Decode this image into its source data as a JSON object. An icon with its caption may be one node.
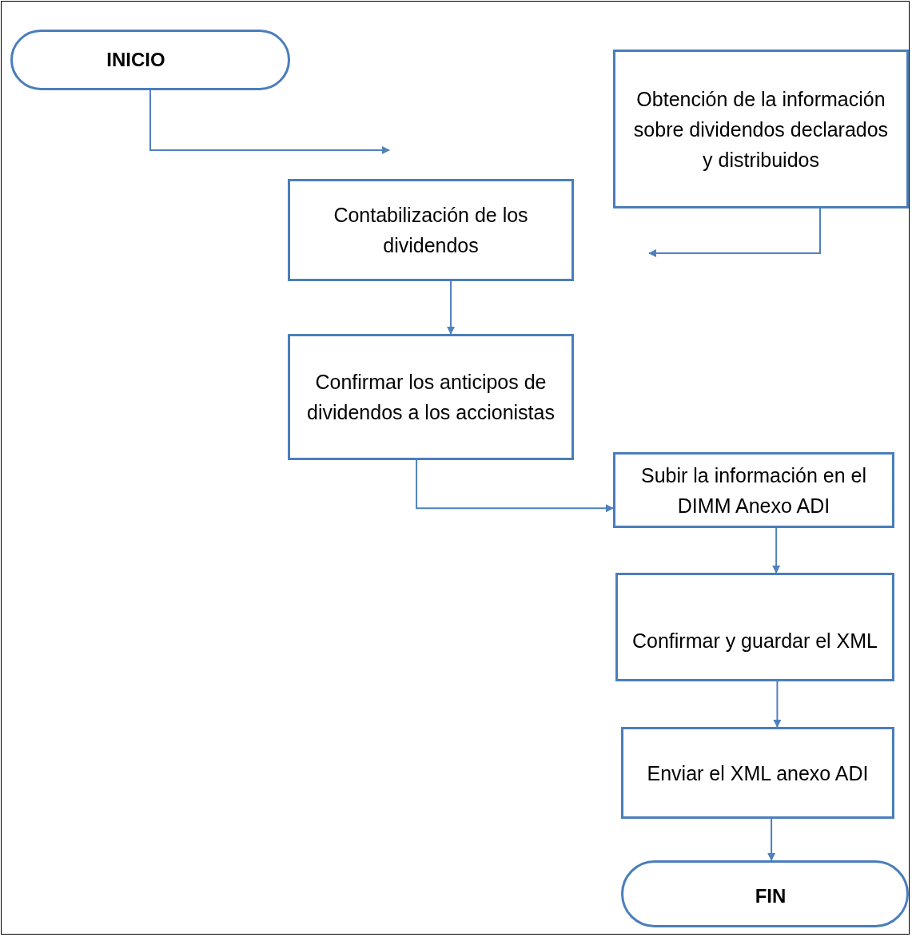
{
  "diagram": {
    "nodes": [
      {
        "text": [
          "INICIO"
        ]
      },
      {
        "text": [
          "Obtención de la información sobre dividendos declarados y distribuidos"
        ]
      },
      {
        "text": [
          "Contabilización de los dividendos"
        ]
      },
      {
        "text": [
          "Confirmar los anticipos de dividendos a los accionistas"
        ]
      },
      {
        "text": [
          "Subir la información en el DIMM Anexo ADI"
        ]
      },
      {
        "text": [
          "Confirmar y guardar el XML"
        ]
      },
      {
        "text": [
          "Enviar el XML anexo ADI"
        ]
      },
      {
        "text": [
          "FIN"
        ]
      }
    ],
    "edges": [
      {
        "from": 0,
        "to": null,
        "arrow": "to"
      },
      {
        "from": 1,
        "to": null,
        "arrow": "to"
      },
      {
        "from": 2,
        "to": 3,
        "arrow": "to"
      },
      {
        "from": 3,
        "to": 4,
        "arrow": "to"
      },
      {
        "from": 4,
        "to": 5,
        "arrow": "to"
      },
      {
        "from": 5,
        "to": 6,
        "arrow": "to"
      },
      {
        "from": 6,
        "to": 7,
        "arrow": "to"
      }
    ]
  }
}
